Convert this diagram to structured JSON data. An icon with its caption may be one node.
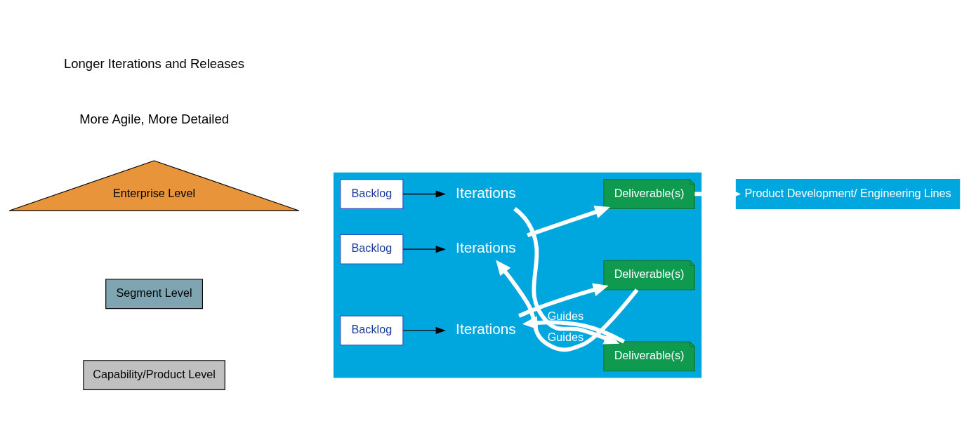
{
  "diagram": {
    "nodes": [
      {
        "text": [
          "Enterprise Level"
        ]
      },
      {
        "text": [
          "Segment Level"
        ]
      },
      {
        "text": [
          "Capability/Product Level"
        ]
      },
      {
        "text": [],
        "shape": "box"
      },
      {
        "text": [
          "Backlog"
        ],
        "in": 3
      },
      {
        "text": [
          "Iterations"
        ],
        "in": 3
      },
      {
        "text": [
          "Deliverable(s)"
        ],
        "in": 3
      },
      {
        "text": [
          "Backlog"
        ],
        "in": 3
      },
      {
        "text": [
          "Iterations"
        ],
        "in": 3
      },
      {
        "text": [
          "Deliverable(s)"
        ],
        "in": 3
      },
      {
        "text": [
          "Backlog"
        ],
        "in": 3
      },
      {
        "text": [
          "Iterations"
        ],
        "in": 3
      },
      {
        "text": [
          "Deliverable(s)"
        ],
        "in": 3
      },
      {
        "text": [
          "Product Development/ Engineering Lines"
        ]
      }
    ],
    "edges": [
      {
        "from": 4,
        "to": 5,
        "arrow": "to",
        "color": "#000000"
      },
      {
        "from": 5,
        "to": 6,
        "arrow": "to"
      },
      {
        "from": 6,
        "to": 8,
        "arrow": "to",
        "label": "Guides"
      },
      {
        "from": 7,
        "to": 8,
        "arrow": "to",
        "color": "#000000"
      },
      {
        "from": 8,
        "to": 9,
        "arrow": "to"
      },
      {
        "from": 9,
        "to": 11,
        "arrow": "to",
        "label": "Guides"
      },
      {
        "from": 10,
        "to": 11,
        "arrow": "to",
        "color": "#000000"
      },
      {
        "from": 11,
        "to": 12,
        "arrow": "to"
      },
      {
        "from": 12,
        "to": 13,
        "arrow": "to"
      }
    ],
    "labels": [
      "More Agile, More Detailed",
      "Longer Iterations and Releases"
    ]
  }
}
